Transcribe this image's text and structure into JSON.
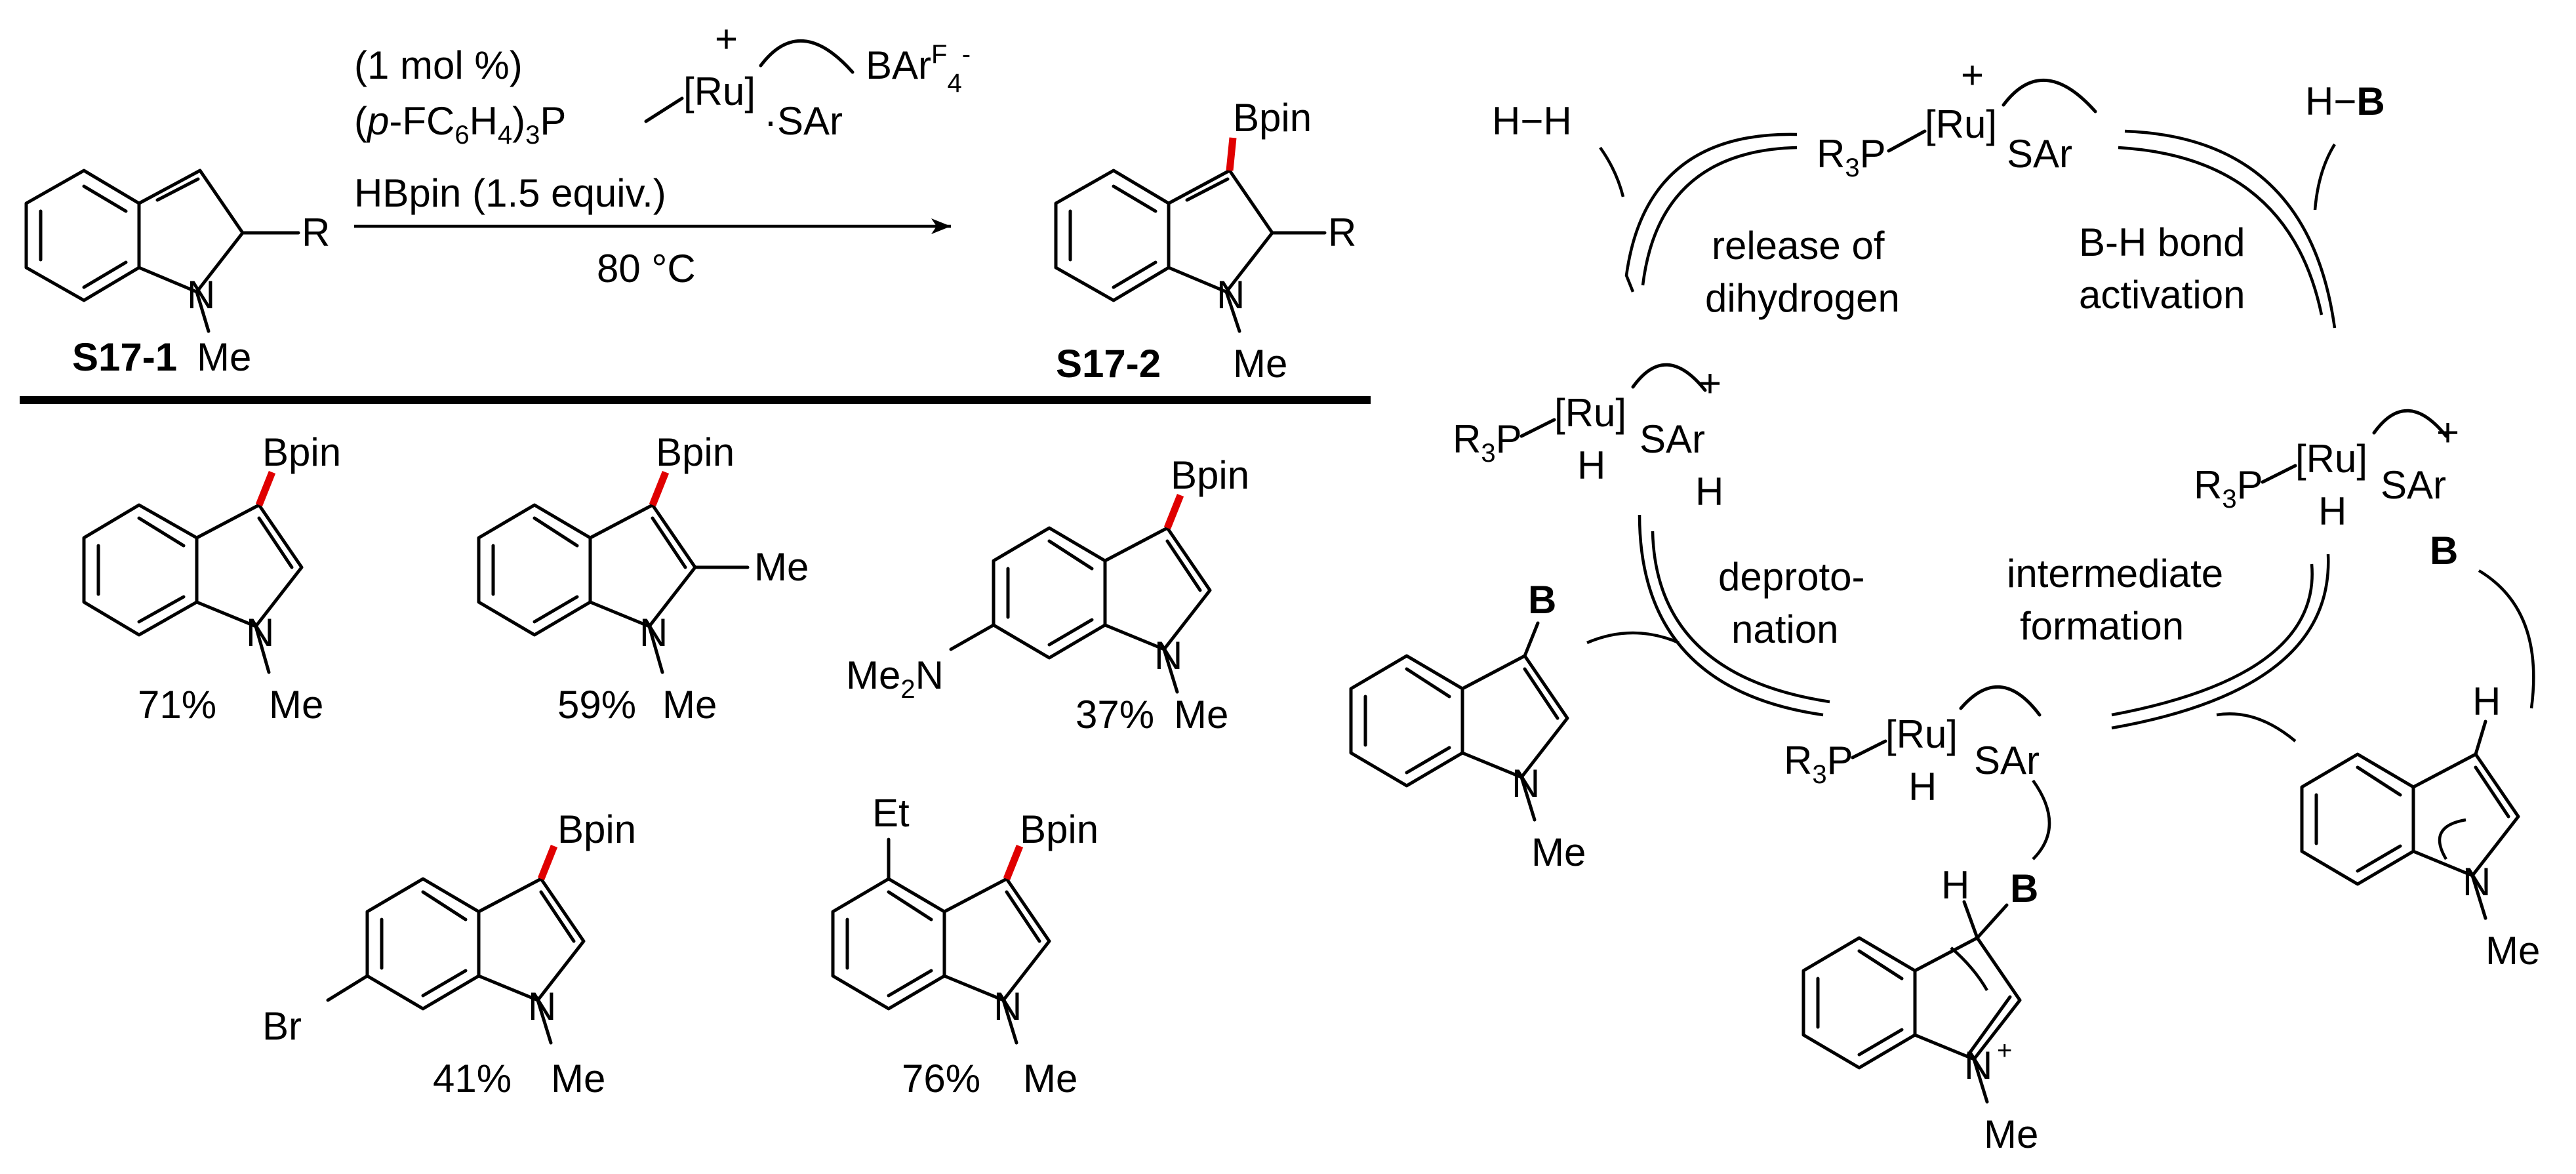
{
  "top_reaction": {
    "catalyst_loading": "(1 mol %)",
    "ligand": "(p-FC6H4)3P",
    "ru": "[Ru]",
    "sar": "SAr",
    "charge": "+",
    "counterion": "BArF4-",
    "reagent": "HBpin (1.5 equiv.)",
    "temperature": "80 °C",
    "substituent": "R",
    "methyl": "Me",
    "boryl": "Bpin",
    "substrate_label": "S17-1",
    "product_label": "S17-2"
  },
  "products": [
    {
      "boryl": "Bpin",
      "n_substituent": "Me",
      "yield": "71%"
    },
    {
      "boryl": "Bpin",
      "c2_substituent": "Me",
      "n_substituent": "Me",
      "yield": "59%"
    },
    {
      "boryl": "Bpin",
      "c6_substituent": "Me2N",
      "n_substituent": "Me",
      "yield": "37%"
    },
    {
      "boryl": "Bpin",
      "c6_substituent": "Br",
      "n_substituent": "Me",
      "yield": "41%"
    },
    {
      "boryl": "Bpin",
      "c4_substituent": "Et",
      "n_substituent": "Me",
      "yield": "76%"
    }
  ],
  "cycle": {
    "h2": "H−H",
    "hb": "H−B",
    "b": "B",
    "h": "H",
    "r3p": "R3P",
    "ru": "[Ru]",
    "sar": "SAr",
    "plus": "+",
    "me": "Me",
    "step_release": [
      "release of",
      "dihydrogen"
    ],
    "step_bh": [
      "B-H bond",
      "activation"
    ],
    "step_deprotonation": [
      "deproto-",
      "nation"
    ],
    "step_intermediate": [
      "intermediate",
      "formation"
    ]
  }
}
